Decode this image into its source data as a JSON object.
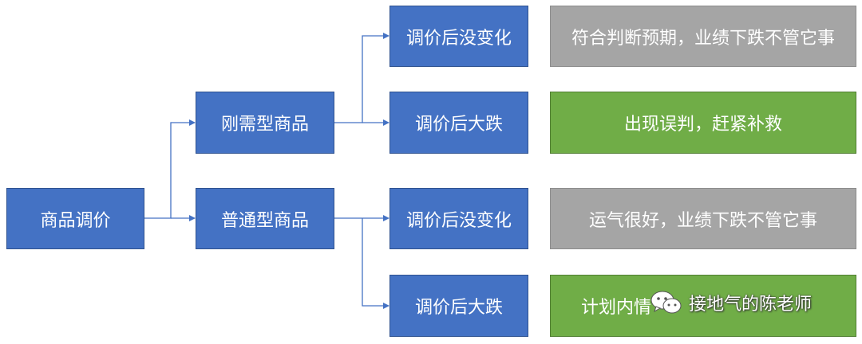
{
  "root": "商品调价",
  "categories": [
    {
      "label": "刚需型商品",
      "branches": [
        {
          "condition": "调价后没变化",
          "outcome": "符合判断预期，业绩下跌不管它事",
          "tone": "gray"
        },
        {
          "condition": "调价后大跌",
          "outcome": "出现误判，赶紧补救",
          "tone": "green"
        }
      ]
    },
    {
      "label": "普通型商品",
      "branches": [
        {
          "condition": "调价后没变化",
          "outcome": "运气很好，业绩下跌不管它事",
          "tone": "gray"
        },
        {
          "condition": "调价后大跌",
          "outcome": "计划内情",
          "tone": "green"
        }
      ]
    }
  ],
  "watermark": {
    "icon": "wechat-icon",
    "text": "接地气的陈老师"
  },
  "colors": {
    "blue": "#4472c4",
    "gray": "#a5a5a5",
    "green": "#70ad47",
    "connector": "#4472c4"
  }
}
